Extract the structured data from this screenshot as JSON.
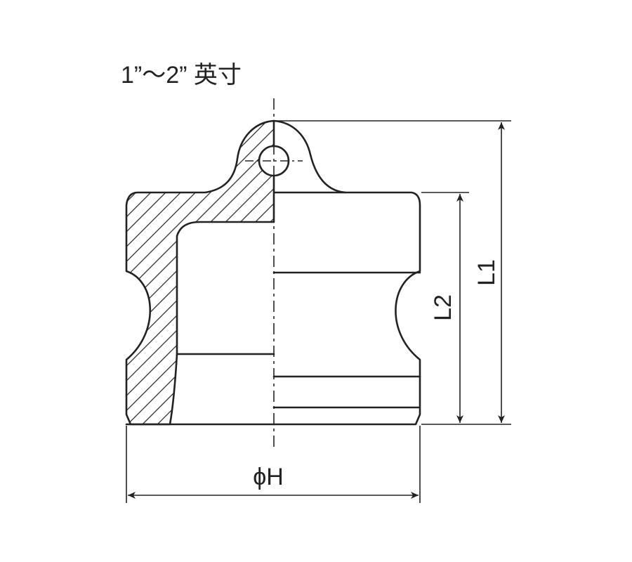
{
  "title": "1”～2” 英寸",
  "labels": {
    "l1": "L1",
    "l2": "L2",
    "h": "ϕH"
  },
  "colors": {
    "line": "#222222",
    "background": "#ffffff"
  }
}
